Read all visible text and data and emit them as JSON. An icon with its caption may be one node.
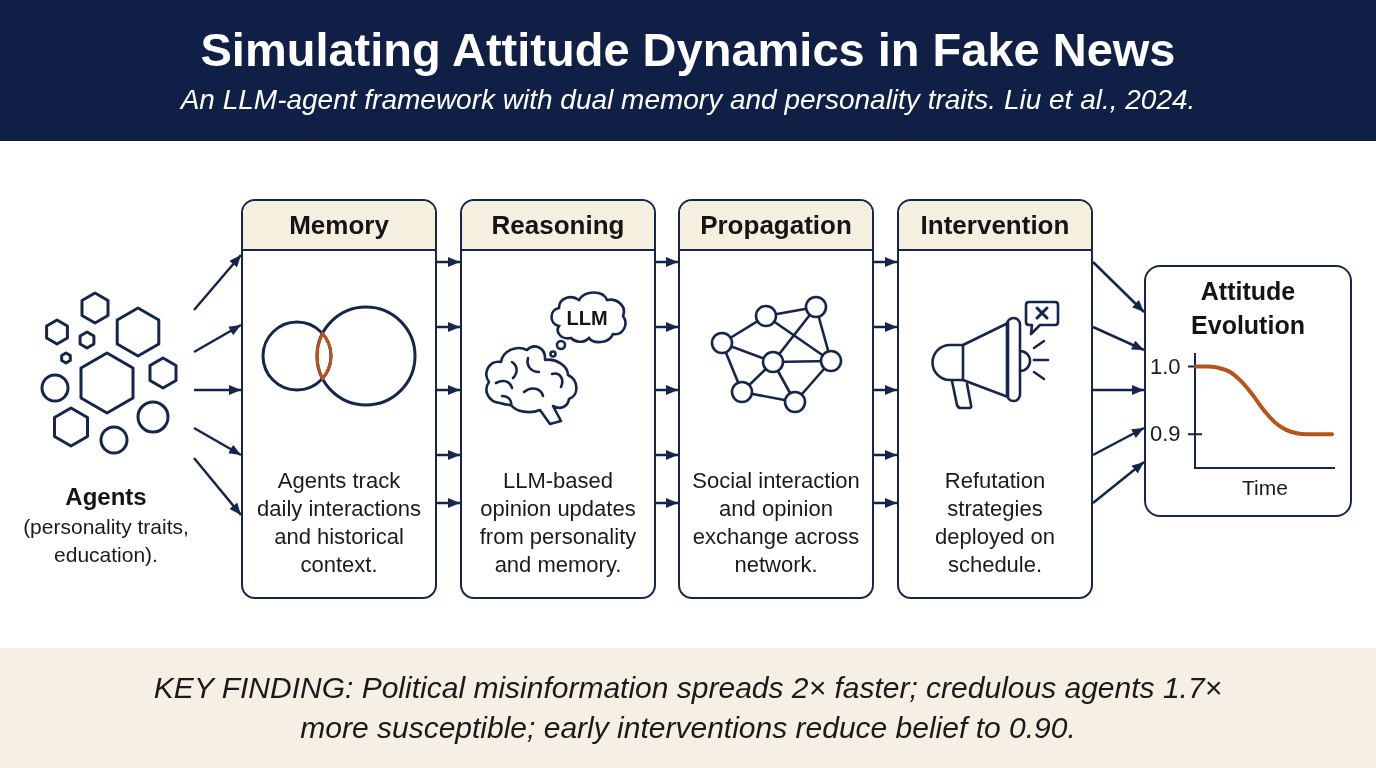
{
  "diagram": {
    "title": "Simulating Attitude Dynamics in Fake News",
    "caption": "KEY FINDING: Political misinformation spreads 2× faster; credulous agents 1.7× more susceptible; early interventions reduce belief to 0.90.",
    "nodes": [
      {
        "text": [
          "Agents",
          "(personality traits, education)."
        ]
      },
      {
        "text": [
          "Memory",
          "Agents track daily interactions and historical context."
        ]
      },
      {
        "text": [
          "Reasoning",
          "LLM-based opinion updates from personality and memory."
        ]
      },
      {
        "text": [
          "LLM"
        ],
        "in": 2
      },
      {
        "text": [
          "Propagation",
          "Social interaction and opinion exchange across network."
        ]
      },
      {
        "text": [
          "Intervention",
          "Refutation strategies deployed on schedule."
        ]
      },
      {
        "text": [
          "Attitude Evolution"
        ]
      }
    ],
    "edges": [
      {
        "from": 0,
        "to": 1,
        "arrow": "to"
      },
      {
        "from": 0,
        "to": 1,
        "arrow": "to"
      },
      {
        "from": 0,
        "to": 1,
        "arrow": "to"
      },
      {
        "from": 0,
        "to": 1,
        "arrow": "to"
      },
      {
        "from": 0,
        "to": 1,
        "arrow": "to"
      },
      {
        "from": 1,
        "to": 2,
        "arrow": "to"
      },
      {
        "from": 1,
        "to": 2,
        "arrow": "to"
      },
      {
        "from": 1,
        "to": 2,
        "arrow": "to"
      },
      {
        "from": 1,
        "to": 2,
        "arrow": "to"
      },
      {
        "from": 1,
        "to": 2,
        "arrow": "to"
      },
      {
        "from": 2,
        "to": 4,
        "arrow": "to"
      },
      {
        "from": 2,
        "to": 4,
        "arrow": "to"
      },
      {
        "from": 2,
        "to": 4,
        "arrow": "to"
      },
      {
        "from": 2,
        "to": 4,
        "arrow": "to"
      },
      {
        "from": 2,
        "to": 4,
        "arrow": "to"
      },
      {
        "from": 4,
        "to": 5,
        "arrow": "to"
      },
      {
        "from": 4,
        "to": 5,
        "arrow": "to"
      },
      {
        "from": 4,
        "to": 5,
        "arrow": "to"
      },
      {
        "from": 4,
        "to": 5,
        "arrow": "to"
      },
      {
        "from": 4,
        "to": 5,
        "arrow": "to"
      },
      {
        "from": 5,
        "to": 6,
        "arrow": "to"
      },
      {
        "from": 5,
        "to": 6,
        "arrow": "to"
      },
      {
        "from": 5,
        "to": 6,
        "arrow": "to"
      },
      {
        "from": 5,
        "to": 6,
        "arrow": "to"
      },
      {
        "from": 5,
        "to": 6,
        "arrow": "to"
      }
    ],
    "labels": [
      "An LLM-agent framework with dual memory and personality traits. Liu et al., 2024."
    ],
    "chart_data": {
      "type": "line",
      "xlabel": "Time",
      "ylim": [
        0.85,
        1.02
      ],
      "yticks": [
        {
          "value": 1,
          "label": "1.0"
        },
        {
          "value": 0.9,
          "label": "0.9"
        }
      ],
      "series": [
        {
          "color": "#b5541c",
          "values": [
            1,
            1,
            0.998,
            0.992,
            0.978,
            0.958,
            0.935,
            0.917,
            0.906,
            0.901,
            0.9,
            0.9,
            0.9
          ]
        }
      ]
    }
  }
}
